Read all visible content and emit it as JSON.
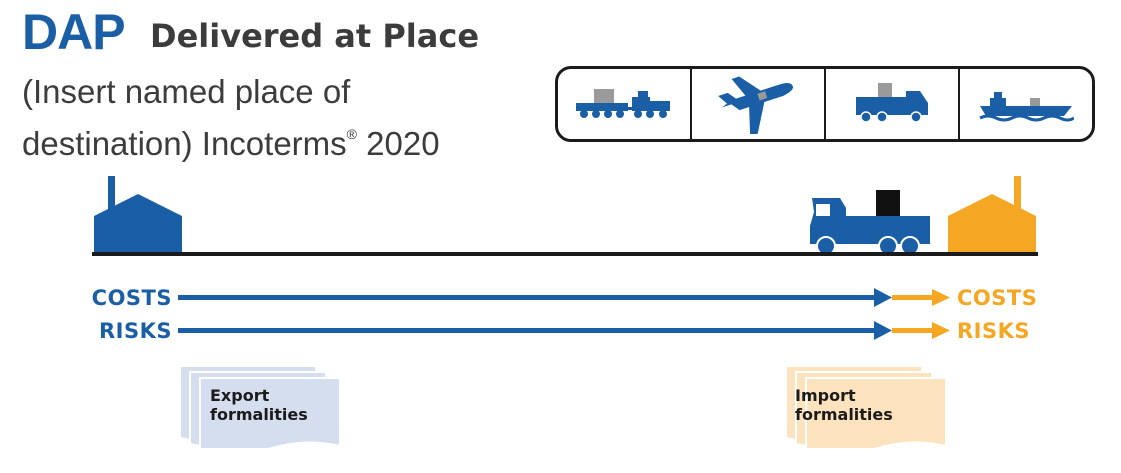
{
  "title": {
    "abbr": "DAP",
    "full": "Delivered at Place"
  },
  "subtitle": {
    "line1": "(Insert named place of",
    "line2_text": "destination) Incoterms",
    "line2_mark": "®",
    "line2_year": "2020"
  },
  "transport_modes": [
    {
      "icon": "train-icon"
    },
    {
      "icon": "airplane-icon"
    },
    {
      "icon": "truck-icon"
    },
    {
      "icon": "ship-icon"
    }
  ],
  "flows": {
    "costs": {
      "seller_label": "COSTS",
      "buyer_label": "COSTS"
    },
    "risks": {
      "seller_label": "RISKS",
      "buyer_label": "RISKS"
    }
  },
  "documents": {
    "export": {
      "line1": "Export",
      "line2": "formalities"
    },
    "import": {
      "line1": "Import",
      "line2": "formalities"
    }
  },
  "colors": {
    "seller": "#1a5fa6",
    "buyer": "#f5a623",
    "export_doc": "#d4deef",
    "import_doc": "#fde3bd",
    "line": "#1b1b1b"
  }
}
